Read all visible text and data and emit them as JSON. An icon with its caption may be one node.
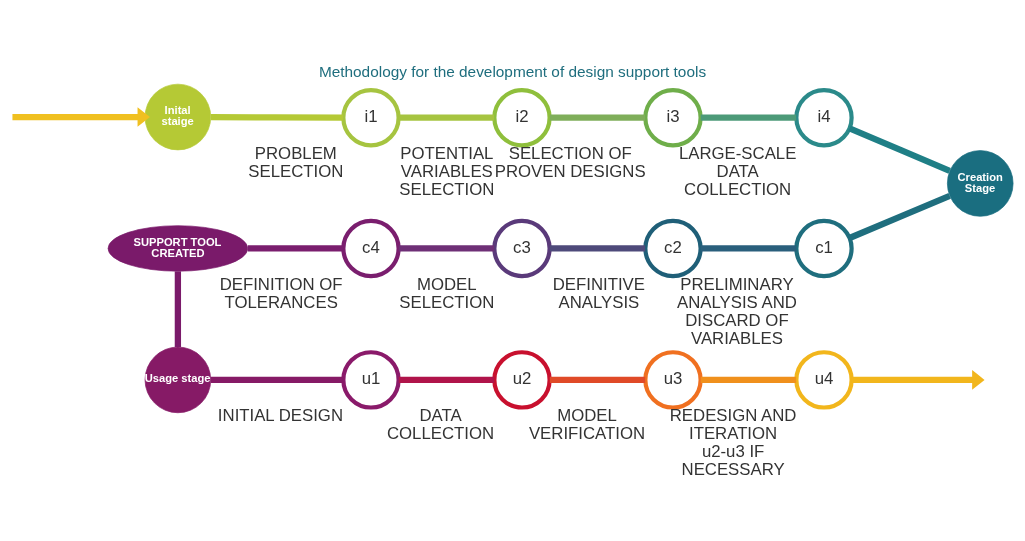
{
  "diagram": {
    "title": "Methodology for the development of design support tools",
    "nodes": [
      {
        "text": [
          "Inital staige"
        ]
      },
      {
        "text": [
          "i1"
        ],
        "beside": [
          "PROBLEM SELECTION"
        ]
      },
      {
        "text": [
          "i2"
        ],
        "beside": [
          "POTENTIAL VARIABLES SELECTION"
        ]
      },
      {
        "text": [
          "i3"
        ],
        "beside": [
          "SELECTION OF PROVEN DESIGNS"
        ]
      },
      {
        "text": [
          "i4"
        ],
        "beside": [
          "LARGE-SCALE DATA COLLECTION"
        ]
      },
      {
        "text": [
          "Creation Stage"
        ]
      },
      {
        "text": [
          "c1"
        ],
        "beside": [
          "PRELIMINARY ANALYSIS AND DISCARD OF VARIABLES"
        ]
      },
      {
        "text": [
          "c2"
        ],
        "beside": [
          "DEFINITIVE ANALYSIS"
        ]
      },
      {
        "text": [
          "c3"
        ],
        "beside": [
          "MODEL SELECTION"
        ]
      },
      {
        "text": [
          "c4"
        ],
        "beside": [
          "DEFINITION OF TOLERANCES"
        ]
      },
      {
        "text": [
          "SUPPORT TOOL CREATED"
        ]
      },
      {
        "text": [
          "Usage stage"
        ]
      },
      {
        "text": [
          "u1"
        ],
        "beside": [
          "INITIAL DESIGN"
        ]
      },
      {
        "text": [
          "u2"
        ],
        "beside": [
          "DATA COLLECTION"
        ]
      },
      {
        "text": [
          "u3"
        ],
        "beside": [
          "MODEL VERIFICATION"
        ]
      },
      {
        "text": [
          "u4"
        ],
        "beside": [
          "REDESIGN AND ITERATION u2-u3 IF NECESSARY"
        ]
      }
    ],
    "edges": [
      {
        "from": null,
        "to": 0,
        "arrow": "to",
        "color": "#f0c020"
      },
      {
        "from": 0,
        "to": 1,
        "arrow": "none",
        "color": "#b5c935"
      },
      {
        "from": 1,
        "to": 2,
        "arrow": "none",
        "color": "#a6c440"
      },
      {
        "from": 2,
        "to": 3,
        "arrow": "none",
        "color": "#7fae5a"
      },
      {
        "from": 3,
        "to": 4,
        "arrow": "none",
        "color": "#4c9a78"
      },
      {
        "from": 4,
        "to": 5,
        "arrow": "none",
        "color": "#1f7f86"
      },
      {
        "from": 5,
        "to": 6,
        "arrow": "none",
        "color": "#1f6e7e"
      },
      {
        "from": 6,
        "to": 7,
        "arrow": "none",
        "color": "#2a5f7c"
      },
      {
        "from": 7,
        "to": 8,
        "arrow": "none",
        "color": "#4e4a7a"
      },
      {
        "from": 8,
        "to": 9,
        "arrow": "none",
        "color": "#6e2f76"
      },
      {
        "from": 9,
        "to": 10,
        "arrow": "none",
        "color": "#7a1e6e"
      },
      {
        "from": 10,
        "to": 11,
        "arrow": "none",
        "color": "#7a1a6a"
      },
      {
        "from": 11,
        "to": 12,
        "arrow": "none",
        "color": "#861a66"
      },
      {
        "from": 12,
        "to": 13,
        "arrow": "none",
        "color": "#b0144a"
      },
      {
        "from": 13,
        "to": 14,
        "arrow": "none",
        "color": "#e04a28"
      },
      {
        "from": 14,
        "to": 15,
        "arrow": "none",
        "color": "#f0901c"
      },
      {
        "from": 15,
        "to": null,
        "arrow": "to",
        "color": "#f2b61c"
      }
    ]
  }
}
